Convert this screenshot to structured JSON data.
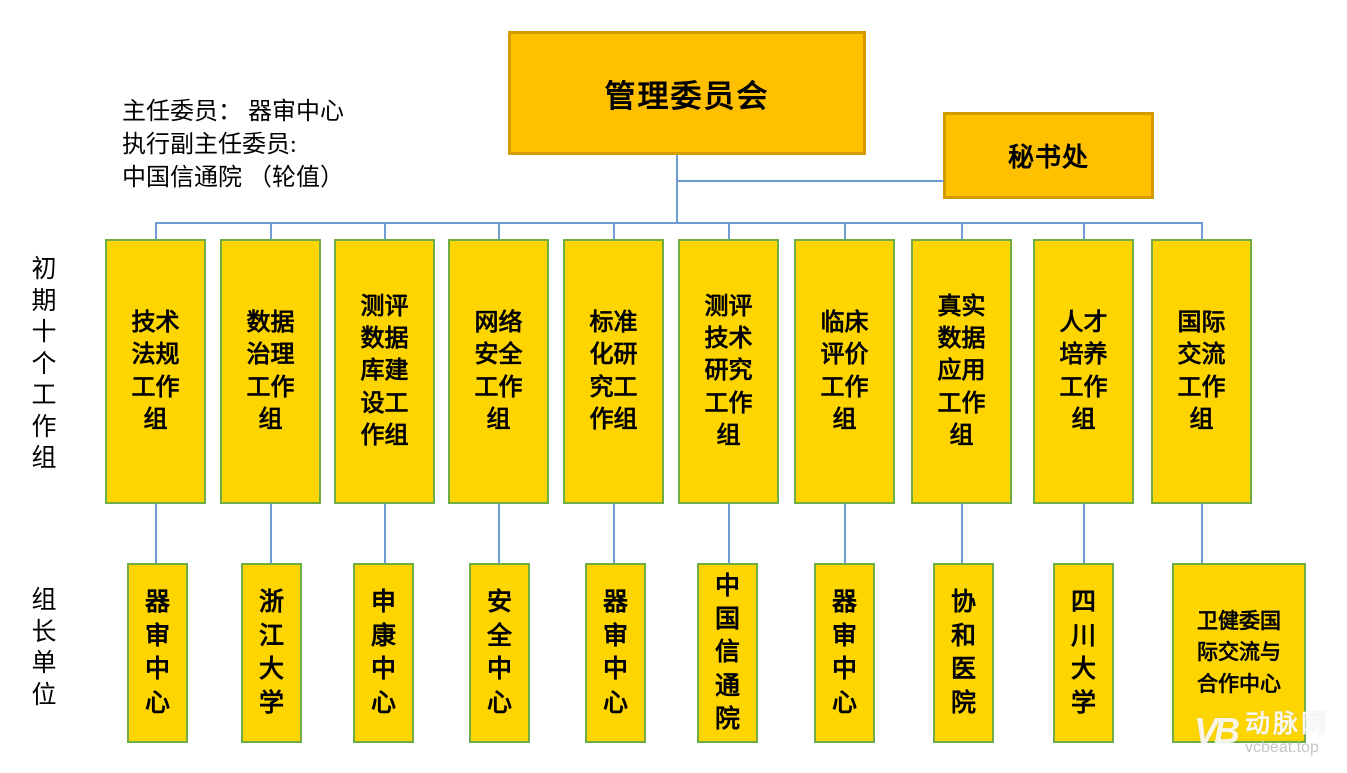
{
  "header": {
    "committee": "管理委员会",
    "secretariat": "秘书处",
    "note": "主任委员： 器审中心\n执行副主任委员:\n中国信通院 （轮值）"
  },
  "side_labels": {
    "groups": "初\n期\n十\n个\n工\n作\n组",
    "leaders": "组\n长\n单\n位"
  },
  "columns": [
    {
      "group": "技术\n法规\n工作\n组",
      "leader": "器\n审\n中\n心"
    },
    {
      "group": "数据\n治理\n工作\n组",
      "leader": "浙\n江\n大\n学"
    },
    {
      "group": "测评\n数据\n库建\n设工\n作组",
      "leader": "申\n康\n中\n心"
    },
    {
      "group": "网络\n安全\n工作\n组",
      "leader": "安\n全\n中\n心"
    },
    {
      "group": "标准\n化研\n究工\n作组",
      "leader": "器\n审\n中\n心"
    },
    {
      "group": "测评\n技术\n研究\n工作\n组",
      "leader": "中\n国\n信\n通\n院"
    },
    {
      "group": "临床\n评价\n工作\n组",
      "leader": "器\n审\n中\n心"
    },
    {
      "group": "真实\n数据\n应用\n工作\n组",
      "leader": "协\n和\n医\n院"
    },
    {
      "group": "人才\n培养\n工作\n组",
      "leader": "四\n川\n大\n学"
    },
    {
      "group": "国际\n交流\n工作\n组",
      "leader": "卫健委国\n际交流与\n合作中心"
    }
  ],
  "watermark": {
    "logo": "VB",
    "name": "动脉网",
    "url": "vcbeat.top"
  },
  "colors": {
    "committee_fill": "#FFC000",
    "committee_border": "#D39C00",
    "group_fill": "#FFD500",
    "group_border": "#6FAD47",
    "connector": "#6E9CD2"
  }
}
